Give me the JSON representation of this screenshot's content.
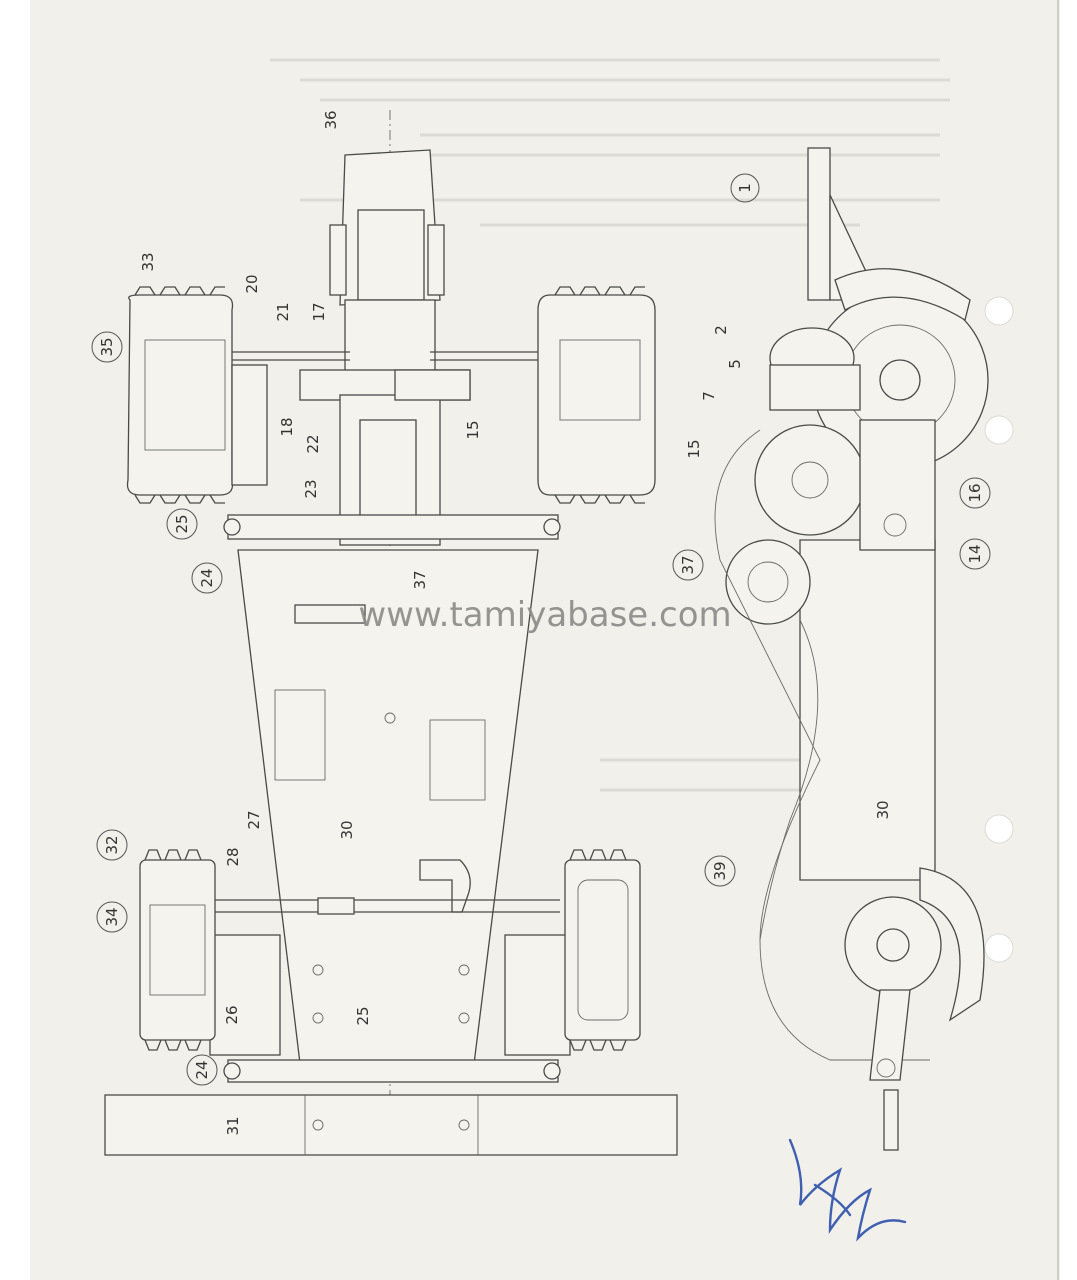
{
  "watermark": "www.tamiyabase.com",
  "handwriting_mark": "handwritten-scribble",
  "colors": {
    "paper": "#f1f0ea",
    "ink": "#4a4a48",
    "watermark": "#8a8a88",
    "pen": "#3f5fb0"
  },
  "top_view_callouts": [
    {
      "label": "36"
    },
    {
      "label": "33"
    },
    {
      "label": "20"
    },
    {
      "label": "21"
    },
    {
      "label": "17"
    },
    {
      "label": "35"
    },
    {
      "label": "18"
    },
    {
      "label": "22"
    },
    {
      "label": "15"
    },
    {
      "label": "23"
    },
    {
      "label": "25"
    },
    {
      "label": "24"
    },
    {
      "label": "37"
    },
    {
      "label": "30"
    },
    {
      "label": "27"
    },
    {
      "label": "32"
    },
    {
      "label": "28"
    },
    {
      "label": "34"
    },
    {
      "label": "26"
    },
    {
      "label": "25"
    },
    {
      "label": "24"
    },
    {
      "label": "31"
    }
  ],
  "side_view_callouts": [
    {
      "label": "1"
    },
    {
      "label": "2"
    },
    {
      "label": "5"
    },
    {
      "label": "7"
    },
    {
      "label": "15"
    },
    {
      "label": "16"
    },
    {
      "label": "14"
    },
    {
      "label": "37"
    },
    {
      "label": "30"
    },
    {
      "label": "39"
    }
  ]
}
